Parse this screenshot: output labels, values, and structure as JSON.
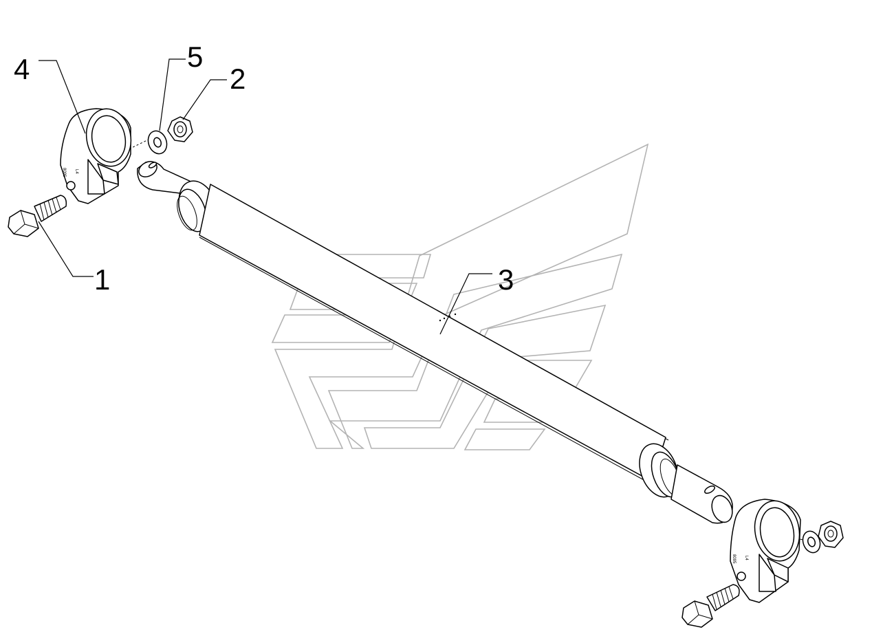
{
  "diagram": {
    "callouts": [
      {
        "id": "1",
        "label": "1"
      },
      {
        "id": "2",
        "label": "2"
      },
      {
        "id": "3",
        "label": "3"
      },
      {
        "id": "4",
        "label": "4"
      },
      {
        "id": "5",
        "label": "5"
      }
    ],
    "parts": [
      {
        "number": "1",
        "icon": "hex-bolt-icon"
      },
      {
        "number": "2",
        "icon": "hex-nut-icon"
      },
      {
        "number": "3",
        "icon": "steering-rod-icon"
      },
      {
        "number": "4",
        "icon": "clamp-collar-icon"
      },
      {
        "number": "5",
        "icon": "washer-icon"
      }
    ],
    "colors": {
      "line": "#000000",
      "watermark": "#b3b3b3",
      "background": "#ffffff"
    }
  }
}
